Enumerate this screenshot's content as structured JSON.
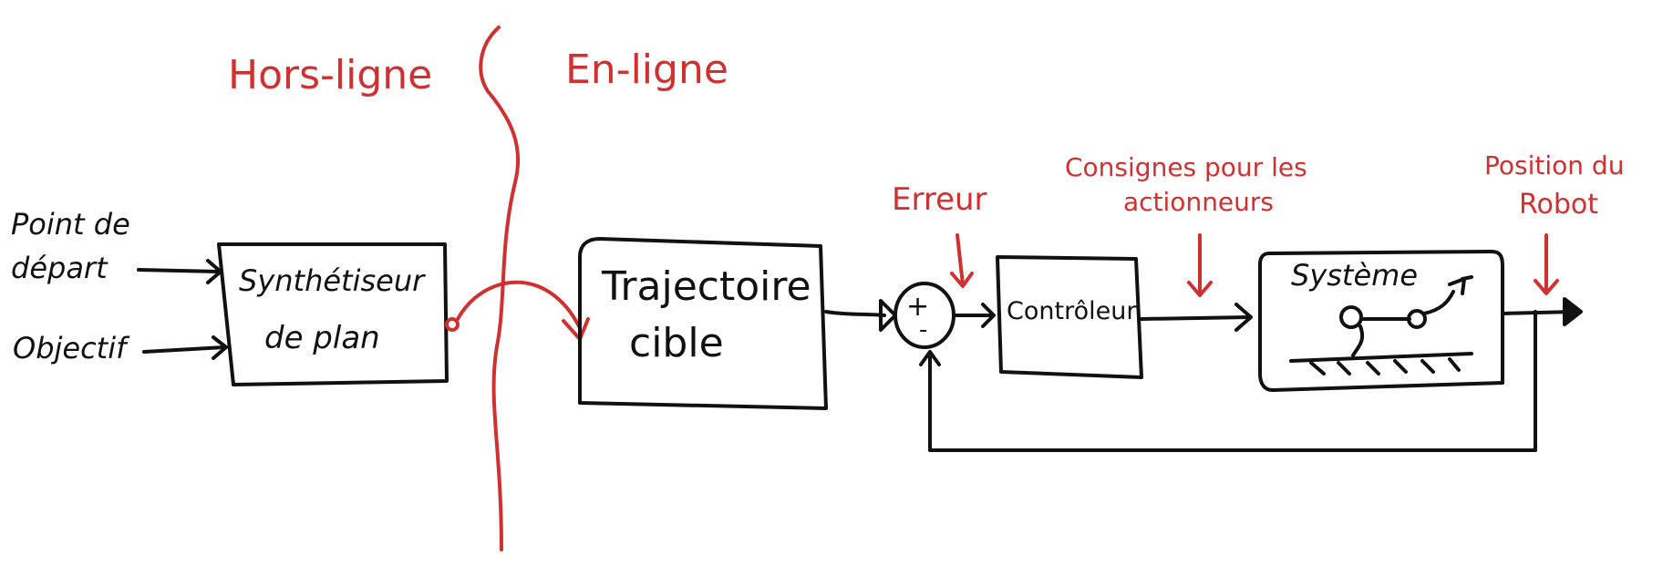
{
  "colors": {
    "ink": "#111111",
    "annotation": "#d0302f"
  },
  "regions": {
    "offline": "Hors-ligne",
    "online": "En-ligne"
  },
  "inputs": {
    "start_line1": "Point de",
    "start_line2": "départ",
    "goal": "Objectif"
  },
  "blocks": {
    "planner_line1": "Synthétiseur",
    "planner_line2": "de plan",
    "trajectory_line1": "Trajectoire",
    "trajectory_line2": "cible",
    "controller": "Contrôleur",
    "system": "Système"
  },
  "summing_junction": {
    "plus": "+",
    "minus": "-"
  },
  "annotations": {
    "error": "Erreur",
    "commands_line1": "Consignes pour les",
    "commands_line2": "actionneurs",
    "position_line1": "Position du",
    "position_line2": "Robot"
  }
}
